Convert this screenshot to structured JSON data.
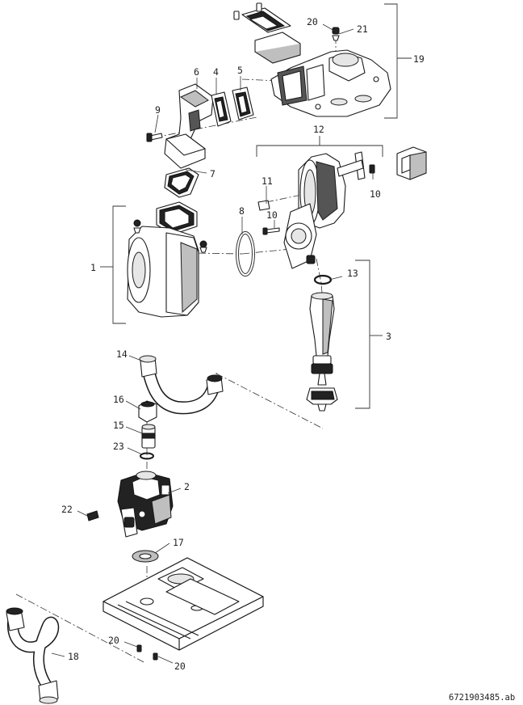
{
  "doc_code": "6721903485.ab",
  "labels": {
    "c1": "1",
    "c2": "2",
    "c3": "3",
    "c4": "4",
    "c5": "5",
    "c6": "6",
    "c7": "7",
    "c8": "8",
    "c9": "9",
    "c10a": "10",
    "c10b": "10",
    "c11": "11",
    "c12": "12",
    "c13": "13",
    "c14": "14",
    "c15": "15",
    "c16": "16",
    "c17": "17",
    "c18": "18",
    "c19": "19",
    "c20a": "20",
    "c20b": "20",
    "c20c": "20",
    "c21": "21",
    "c22": "22",
    "c23": "23"
  }
}
